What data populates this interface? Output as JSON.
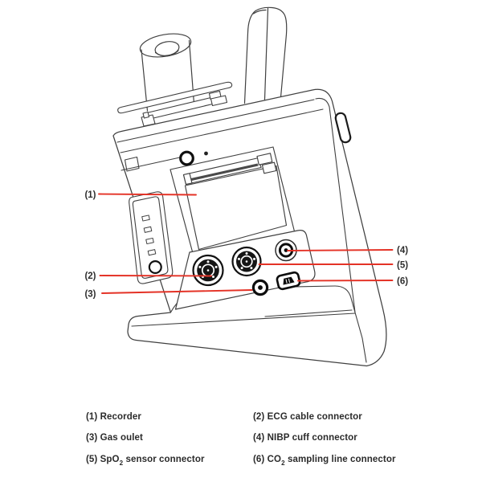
{
  "diagram": {
    "type": "device-connector-callout-diagram",
    "subject": "patient monitor side view with recorder and connector panel",
    "callouts": {
      "labels": [
        "(1)",
        "(2)",
        "(3)",
        "(4)",
        "(5)",
        "(6)"
      ]
    }
  },
  "legend": {
    "items": [
      {
        "text": "(1) Recorder"
      },
      {
        "text": "(2) ECG cable connector"
      },
      {
        "text": "(3) Gas oulet"
      },
      {
        "text": "(4) NIBP cuff connector"
      },
      {
        "pre": "(5) SpO",
        "sub": "2",
        "post": " sensor connector"
      },
      {
        "pre": "(6) CO",
        "sub": "2",
        "post": " sampling line connector"
      }
    ]
  },
  "icons": [
    "ecg-connector-icon",
    "spo2-connector-icon",
    "nibp-connector-icon",
    "gas-outlet-icon",
    "co2-connector-icon",
    "recorder-slot-icon"
  ],
  "colors": {
    "callout_red": "#e43226",
    "line_work": "#404040",
    "connector_black": "#101010",
    "text": "#2b2b2b",
    "background": "#ffffff"
  }
}
